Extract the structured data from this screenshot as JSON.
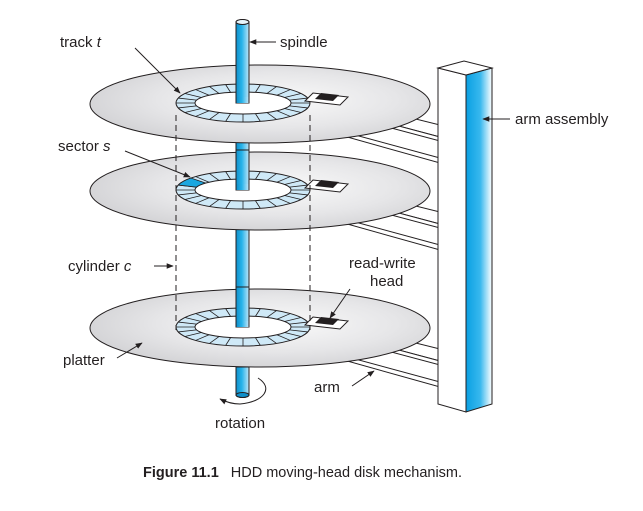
{
  "figure": {
    "caption_number": "Figure 11.1",
    "caption_text": "HDD moving-head disk mechanism.",
    "labels": {
      "track": "track",
      "track_var": "t",
      "spindle": "spindle",
      "arm_assembly": "arm assembly",
      "sector": "sector",
      "sector_var": "s",
      "cylinder": "cylinder",
      "cylinder_var": "c",
      "read_write_1": "read-write",
      "read_write_2": "head",
      "platter": "platter",
      "arm": "arm",
      "rotation": "rotation"
    },
    "colors": {
      "spindle_blue": "#1aa7e0",
      "track_fill": "#cfe9f7",
      "sector_highlight": "#1aa7e0",
      "platter_gray": "#d9d9db",
      "head_black": "#231f20",
      "outline": "#231f20"
    },
    "platter_count": 3,
    "sectors_per_track": 24
  }
}
